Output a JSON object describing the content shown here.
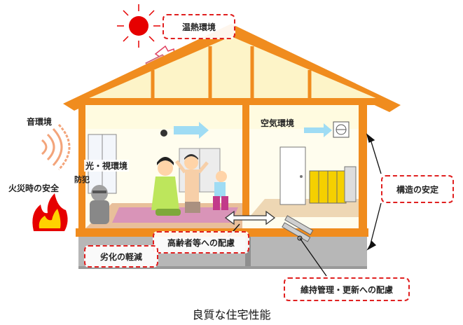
{
  "labels": {
    "thermal": "温熱環境",
    "sound": "音環境",
    "fire_safety": "火災時の安全",
    "light_vision": "光・視環境",
    "crime_prevention": "防犯",
    "air": "空気環境",
    "structure": "構造の安定",
    "elderly": "高齢者等への配慮",
    "deterioration": "劣化の軽減",
    "maintenance": "維持管理・更新への配慮"
  },
  "caption": "良質な住宅性能",
  "colors": {
    "frame": "#f08c1e",
    "dash_border": "#e02020",
    "roof_fill": "#fdf4c8",
    "wall_fill": "#fffdee",
    "floor": "#e8bf9a",
    "sun": "#e60000",
    "arrow": "#9fdcf4"
  }
}
